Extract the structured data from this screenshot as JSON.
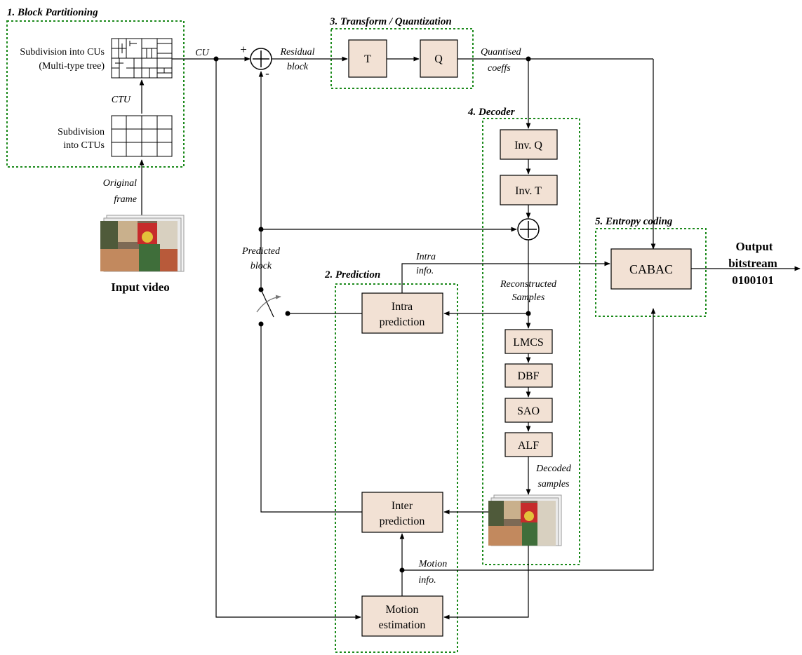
{
  "sections": {
    "block_partitioning": "1. Block Partitioning",
    "prediction": "2. Prediction",
    "transform_quantization": "3. Transform / Quantization",
    "decoder": "4. Decoder",
    "entropy_coding": "5. Entropy  coding"
  },
  "blocks": {
    "transform": "T",
    "quantize": "Q",
    "inv_q": "Inv.  Q",
    "inv_t": "Inv. T",
    "intra_1": "Intra",
    "intra_2": "prediction",
    "inter_1": "Inter",
    "inter_2": "prediction",
    "motion_1": "Motion",
    "motion_2": "estimation",
    "lmcs": "LMCS",
    "dbf": "DBF",
    "sao": "SAO",
    "alf": "ALF",
    "cabac": "CABAC"
  },
  "labels": {
    "subdiv_cus_1": "Subdivision into CUs",
    "subdiv_cus_2": "(Multi-type tree)",
    "subdiv_ctus_1": "Subdivision",
    "subdiv_ctus_2": "into CTUs",
    "ctu": "CTU",
    "original_1": "Original",
    "original_2": "frame",
    "input_video": "Input video",
    "cu": "CU",
    "plus": "+",
    "minus": "-",
    "residual_1": "Residual",
    "residual_2": "block",
    "quantised_1": "Quantised",
    "quantised_2": "coeffs",
    "predicted_1": "Predicted",
    "predicted_2": "block",
    "intra_info_1": "Intra",
    "intra_info_2": "info.",
    "reconstructed_1": "Reconstructed",
    "reconstructed_2": "Samples",
    "decoded_1": "Decoded",
    "decoded_2": "samples",
    "motion_info_1": "Motion",
    "motion_info_2": "info.",
    "output_1": "Output",
    "output_2": "bitstream",
    "output_3": "0100101"
  },
  "colors": {
    "box_fill": "#f2e1d4",
    "dashed_border": "#1c8a1c"
  }
}
